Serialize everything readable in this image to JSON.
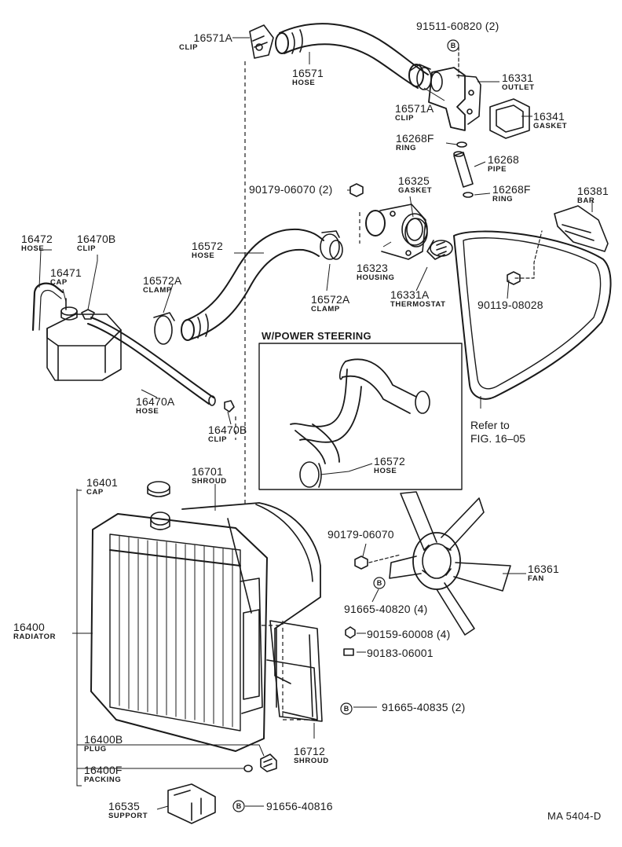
{
  "inset_title": "W/POWER STEERING",
  "refer": {
    "line1": "Refer to",
    "line2": "FIG. 16–05"
  },
  "footer_code": "MA 5404-D",
  "b_mark": "B",
  "labels": {
    "p16571A_top": {
      "number": "16571A",
      "caption": "CLIP"
    },
    "p16571": {
      "number": "16571",
      "caption": "HOSE"
    },
    "p91511": {
      "number": "91511-60820 (2)"
    },
    "p16331": {
      "number": "16331",
      "caption": "OUTLET"
    },
    "p16571A_mid": {
      "number": "16571A",
      "caption": "CLIP"
    },
    "p16341": {
      "number": "16341",
      "caption": "GASKET"
    },
    "p16268F_top": {
      "number": "16268F",
      "caption": "RING"
    },
    "p16268": {
      "number": "16268",
      "caption": "PIPE"
    },
    "p16325": {
      "number": "16325",
      "caption": "GASKET"
    },
    "p90179_top": {
      "number": "90179-06070 (2)"
    },
    "p16268F_bot": {
      "number": "16268F",
      "caption": "RING"
    },
    "p16381": {
      "number": "16381",
      "caption": "BAR"
    },
    "p16472": {
      "number": "16472",
      "caption": "HOSE"
    },
    "p16470B_top": {
      "number": "16470B",
      "caption": "CLIP"
    },
    "p16572": {
      "number": "16572",
      "caption": "HOSE"
    },
    "p16471": {
      "number": "16471",
      "caption": "CAP"
    },
    "p16323": {
      "number": "16323",
      "caption": "HOUSING"
    },
    "p16572A_left": {
      "number": "16572A",
      "caption": "CLAMP"
    },
    "p16331A": {
      "number": "16331A",
      "caption": "THERMOSTAT"
    },
    "p90119": {
      "number": "90119-08028"
    },
    "p16572A_mid": {
      "number": "16572A",
      "caption": "CLAMP"
    },
    "p16470A": {
      "number": "16470A",
      "caption": "HOSE"
    },
    "p16470B_bot": {
      "number": "16470B",
      "caption": "CLIP"
    },
    "p16572_inset": {
      "number": "16572",
      "caption": "HOSE"
    },
    "p16401": {
      "number": "16401",
      "caption": "CAP"
    },
    "p16701": {
      "number": "16701",
      "caption": "SHROUD"
    },
    "p90179_bot": {
      "number": "90179-06070"
    },
    "p16361": {
      "number": "16361",
      "caption": "FAN"
    },
    "p16400": {
      "number": "16400",
      "caption": "RADIATOR"
    },
    "p91665_40820": {
      "number": "91665-40820 (4)"
    },
    "p90159": {
      "number": "90159-60008 (4)"
    },
    "p90183": {
      "number": "90183-06001"
    },
    "p91665_40835": {
      "number": "91665-40835 (2)"
    },
    "p16712": {
      "number": "16712",
      "caption": "SHROUD"
    },
    "p16400B": {
      "number": "16400B",
      "caption": "PLUG"
    },
    "p16400F": {
      "number": "16400F",
      "caption": "PACKING"
    },
    "p16535": {
      "number": "16535",
      "caption": "SUPPORT"
    },
    "p91656": {
      "number": "91656-40816"
    }
  }
}
